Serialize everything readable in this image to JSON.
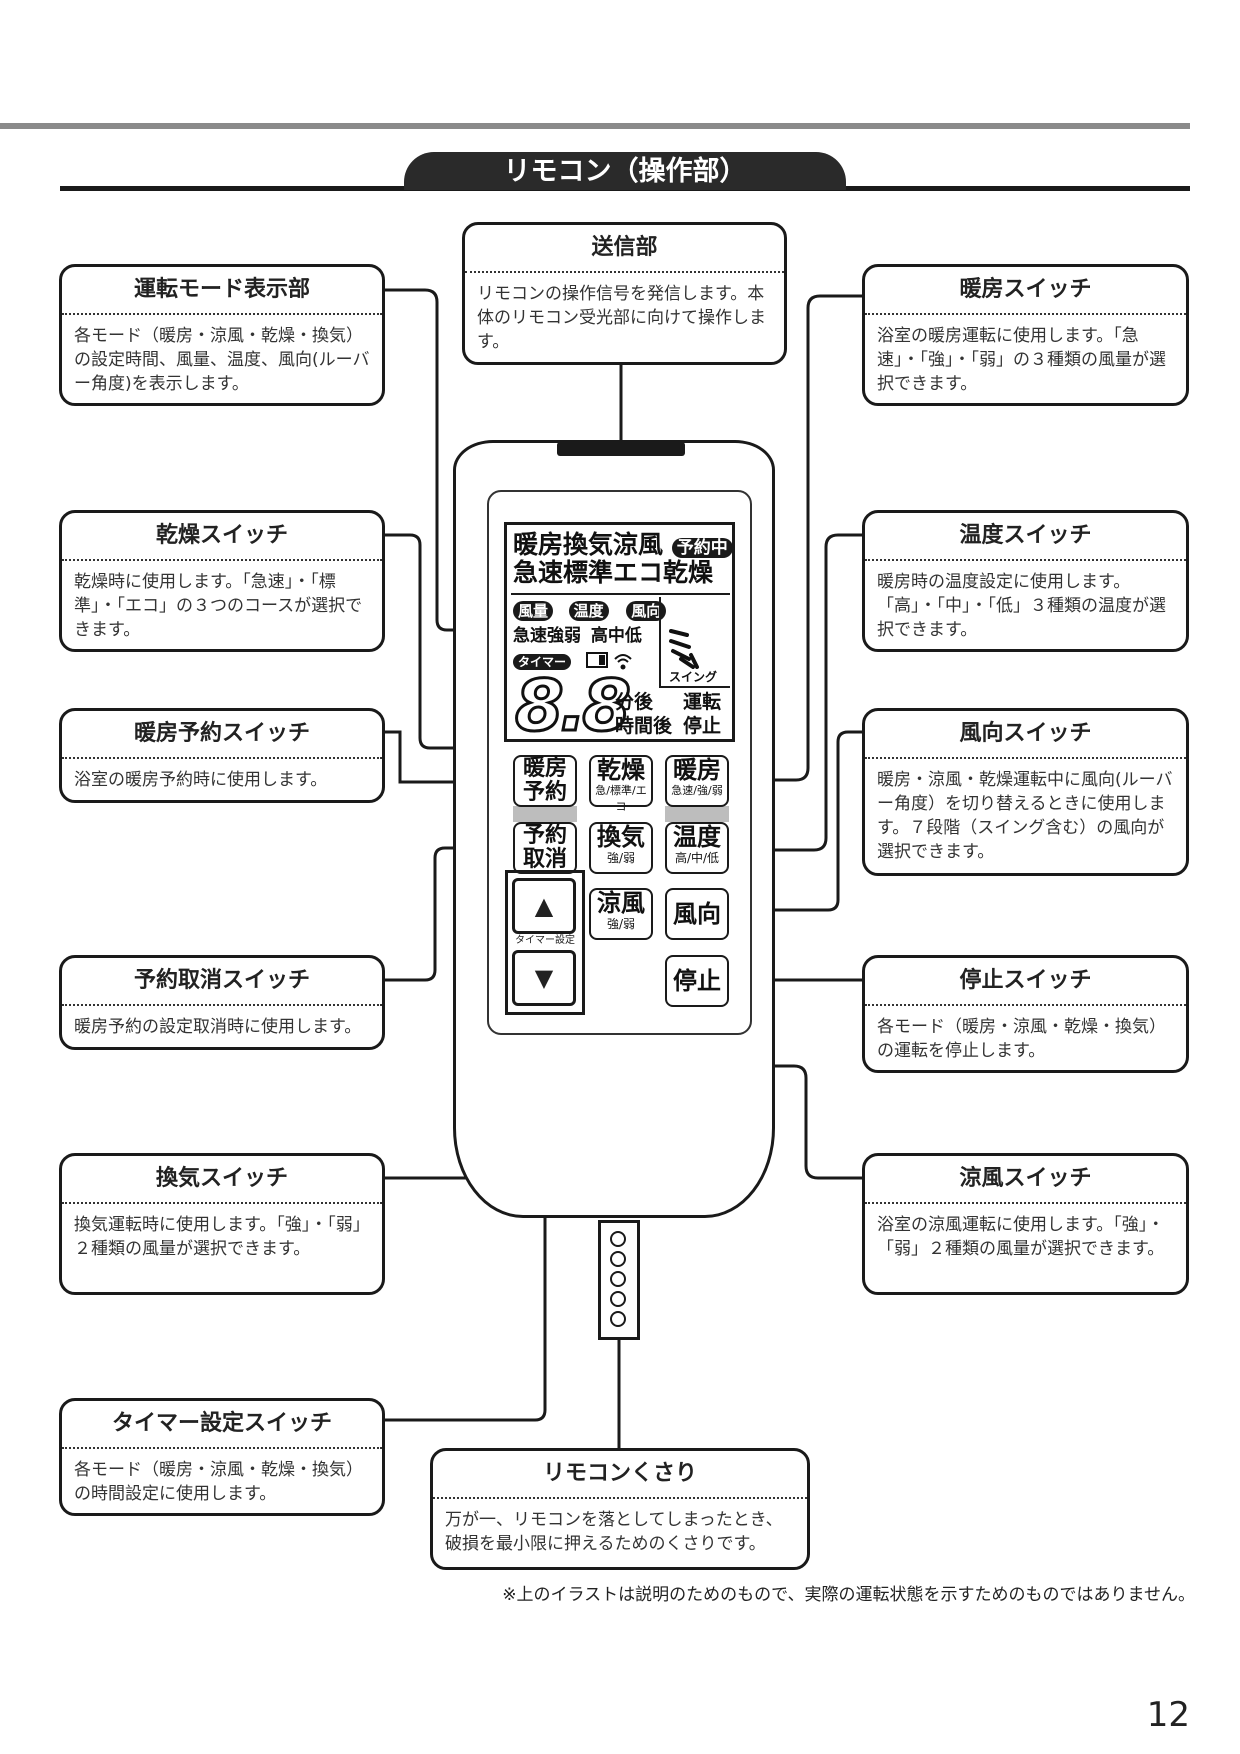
{
  "section_title": "リモコン（操作部）",
  "callouts": {
    "transmitter": {
      "title": "送信部",
      "body": "リモコンの操作信号を発信します。本体のリモコン受光部に向けて操作します。"
    },
    "mode_display": {
      "title": "運転モード表示部",
      "body": "各モード（暖房・涼風・乾燥・換気）の設定時間、風量、温度、風向(ルーバー角度)を表示します。"
    },
    "heat_switch": {
      "title": "暖房スイッチ",
      "body": "浴室の暖房運転に使用します。「急速」・「強」・「弱」の３種類の風量が選択できます。"
    },
    "dry_switch": {
      "title": "乾燥スイッチ",
      "body": "乾燥時に使用します。「急速」・「標準」・「エコ」の３つのコースが選択できます。"
    },
    "temp_switch": {
      "title": "温度スイッチ",
      "body": "暖房時の温度設定に使用します。「高」・「中」・「低」３種類の温度が選択できます。"
    },
    "heat_reserve_switch": {
      "title": "暖房予約スイッチ",
      "body": "浴室の暖房予約時に使用します。"
    },
    "wind_dir_switch": {
      "title": "風向スイッチ",
      "body": "暖房・涼風・乾燥運転中に風向(ルーバー角度）を切り替えるときに使用します。７段階（スイング含む）の風向が選択できます。"
    },
    "cancel_switch": {
      "title": "予約取消スイッチ",
      "body": "暖房予約の設定取消時に使用します。"
    },
    "stop_switch": {
      "title": "停止スイッチ",
      "body": "各モード（暖房・涼風・乾燥・換気）の運転を停止します。"
    },
    "vent_switch": {
      "title": "換気スイッチ",
      "body": "換気運転時に使用します。「強」・「弱」２種類の風量が選択できます。"
    },
    "cool_switch": {
      "title": "涼風スイッチ",
      "body": "浴室の涼風運転に使用します。「強」・「弱」２種類の風量が選択できます。"
    },
    "timer_switch": {
      "title": "タイマー設定スイッチ",
      "body": "各モード（暖房・涼風・乾燥・換気）の時間設定に使用します。"
    },
    "chain": {
      "title": "リモコンくさり",
      "body": "万が一、リモコンを落としてしまったとき、破損を最小限に押えるためのくさりです。"
    }
  },
  "lcd": {
    "row1": "暖房換気涼風",
    "reserve_badge": "予約中",
    "row2": "急速標準エコ乾燥",
    "airflow_badge": "風量",
    "temp_badge": "温度",
    "dir_badge": "風向",
    "airflow_levels": "急速強弱",
    "temp_levels": "高中低",
    "timer_badge": "タイマー",
    "swing": "スイング",
    "digits": "8.8",
    "minutes_after": "分後",
    "hours_after": "時間後",
    "running": "運転",
    "stopped": "停止"
  },
  "buttons": {
    "heat_reserve": {
      "l1": "暖房",
      "l2": "予約"
    },
    "dry": {
      "main": "乾燥",
      "sub": "急/標準/エコ"
    },
    "heat": {
      "main": "暖房",
      "sub": "急速/強/弱"
    },
    "cancel": {
      "l1": "予約",
      "l2": "取消"
    },
    "vent": {
      "main": "換気",
      "sub": "強/弱"
    },
    "temp": {
      "main": "温度",
      "sub": "高/中/低"
    },
    "cool": {
      "main": "涼風",
      "sub": "強/弱"
    },
    "wind_dir": {
      "main": "風向"
    },
    "stop": {
      "main": "停止"
    },
    "timer_label": "タイマー設定",
    "up_symbol": "▲",
    "down_symbol": "▼"
  },
  "footnote": "※上のイラストは説明のためのもので、実際の運転状態を示すためのものではありません。",
  "page_number": "12"
}
